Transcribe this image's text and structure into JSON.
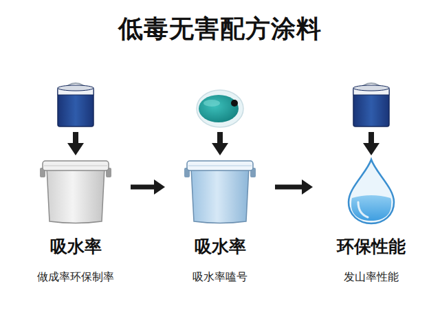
{
  "diagram": {
    "title": "低毒无害配方涂料",
    "nodes": [
      {
        "text": [
          "吸水率",
          "做成率环保制率"
        ]
      },
      {
        "text": [
          "吸水率",
          "吸水率嗑号"
        ]
      },
      {
        "text": [
          "环保性能",
          "发山率性能"
        ]
      }
    ],
    "edges": [
      {
        "from": 0,
        "to": 1,
        "arrow": "to"
      },
      {
        "from": 1,
        "to": 2,
        "arrow": "to"
      }
    ]
  }
}
